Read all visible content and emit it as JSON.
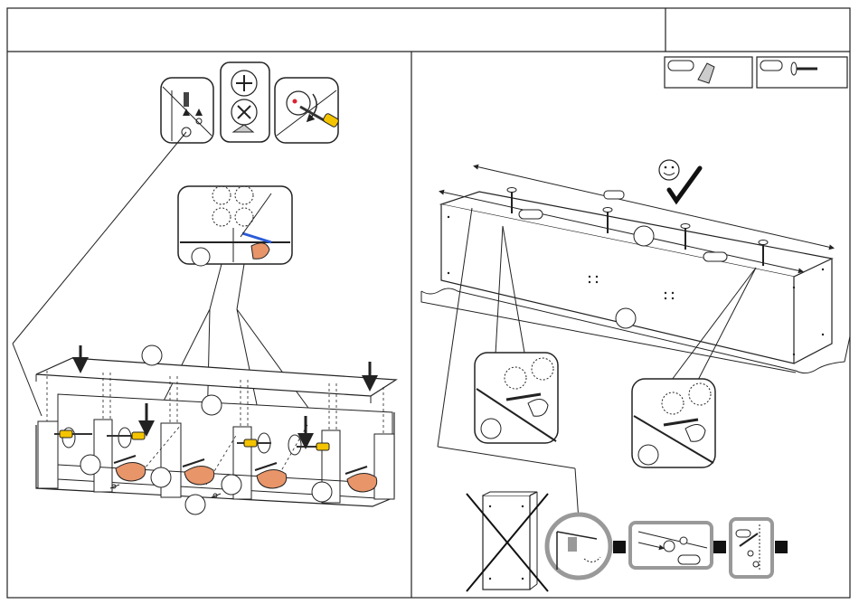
{
  "header": {
    "title_area": "",
    "step_area": ""
  },
  "left_panel": {
    "detail_insets": [
      "pin-insert",
      "cam-lock-positions",
      "cam-turn-screwdriver"
    ],
    "callout_label": ""
  },
  "right_panel": {
    "parts_boxes": [
      {
        "tag": "",
        "icon": "dowel-bag-icon"
      },
      {
        "tag": "",
        "icon": "screw-icon"
      }
    ],
    "approval": "smiley-checkmark",
    "wrong_position": "crossed-cabinet",
    "sequence_steps": [
      "hinge-detail",
      "bracket-detail",
      "screw-detail"
    ]
  },
  "colors": {
    "line": "#222222",
    "screwdriver_yellow": "#f5c400",
    "hand_orange": "#e8956a",
    "marker_blue": "#2a5bd7",
    "frame_grey": "#999999"
  }
}
